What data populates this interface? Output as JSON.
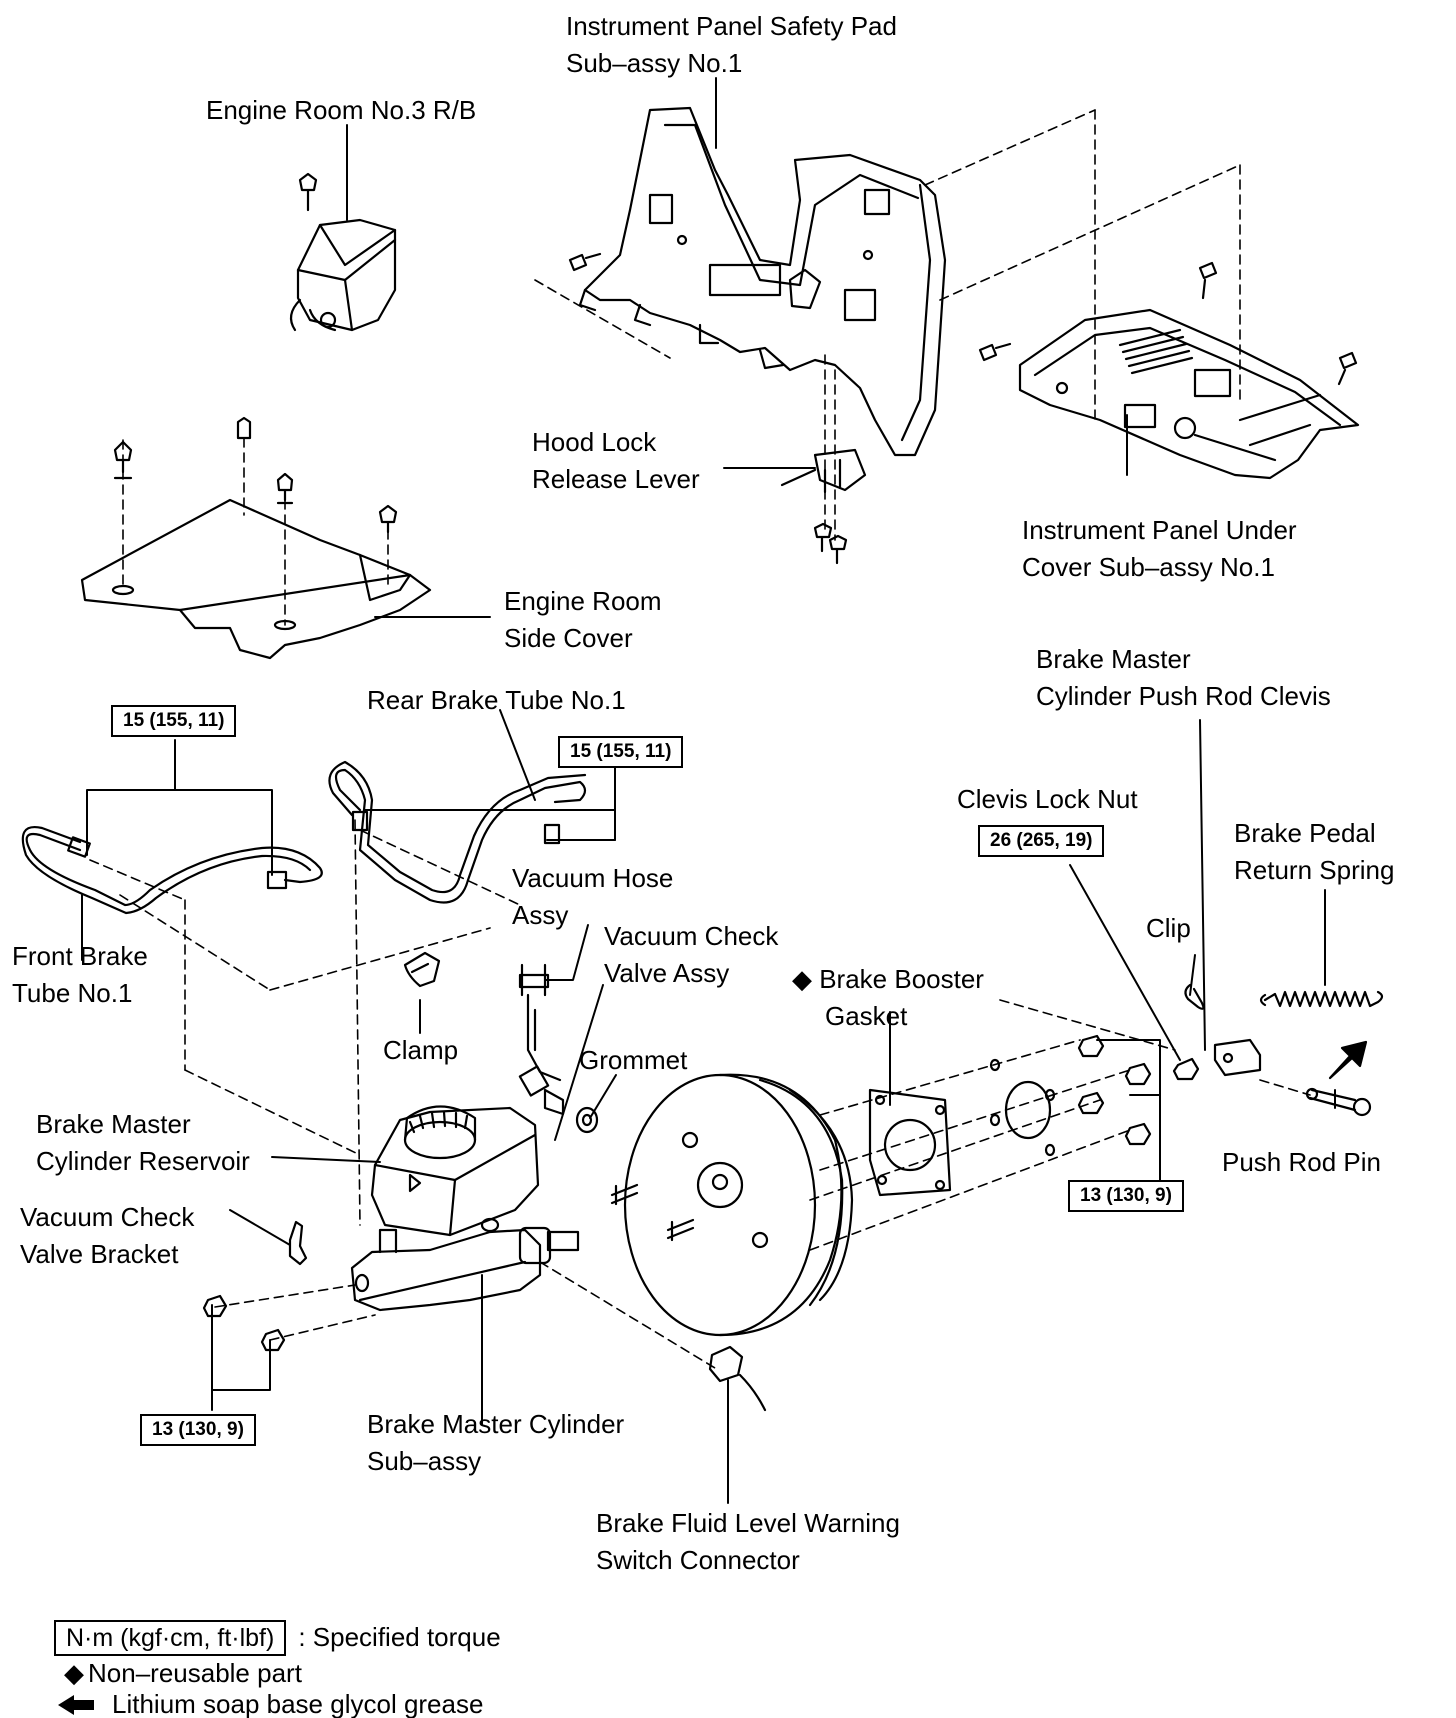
{
  "labels": {
    "instrument_panel_safety_pad": [
      "Instrument Panel Safety Pad",
      "Sub–assy No.1"
    ],
    "engine_room_rb": [
      "Engine Room No.3 R/B"
    ],
    "hood_lock_release_lever": [
      "Hood Lock",
      "Release Lever"
    ],
    "instrument_panel_under_cover": [
      "Instrument Panel Under",
      "Cover Sub–assy No.1"
    ],
    "engine_room_side_cover": [
      "Engine Room",
      "Side Cover"
    ],
    "rear_brake_tube": [
      "Rear Brake Tube No.1"
    ],
    "push_rod_clevis": [
      "Brake Master",
      "Cylinder Push Rod Clevis"
    ],
    "clevis_lock_nut": [
      "Clevis Lock Nut"
    ],
    "brake_pedal_return_spring": [
      "Brake Pedal",
      "Return Spring"
    ],
    "vacuum_hose_assy": [
      "Vacuum Hose",
      "Assy"
    ],
    "vacuum_check_valve_assy": [
      "Vacuum Check",
      "Valve Assy"
    ],
    "front_brake_tube": [
      "Front Brake",
      "Tube No.1"
    ],
    "clip": [
      "Clip"
    ],
    "brake_booster_gasket": [
      "◆ Brake Booster",
      "Gasket"
    ],
    "clamp": [
      "Clamp"
    ],
    "grommet": [
      "Grommet"
    ],
    "brake_master_cylinder_reservoir": [
      "Brake Master",
      "Cylinder Reservoir"
    ],
    "push_rod_pin": [
      "Push Rod Pin"
    ],
    "vacuum_check_valve_bracket": [
      "Vacuum Check",
      "Valve Bracket"
    ],
    "brake_master_cylinder_subassy": [
      "Brake Master Cylinder",
      "Sub–assy"
    ],
    "brake_fluid_level_switch_connector": [
      "Brake Fluid Level Warning",
      "Switch Connector"
    ]
  },
  "torques": {
    "front_brake_tube": "15 (155, 11)",
    "rear_brake_tube": "15 (155, 11)",
    "clevis_lock_nut": "26 (265, 19)",
    "booster_nuts": "13 (130, 9)",
    "master_cylinder_nuts": "13 (130, 9)"
  },
  "legend": {
    "torque_unit": "N·m (kgf·cm, ft·lbf)",
    "torque_text": ": Specified torque",
    "non_reusable_symbol": "◆",
    "non_reusable_text": "Non–reusable part",
    "grease_text": "Lithium soap base glycol grease"
  }
}
